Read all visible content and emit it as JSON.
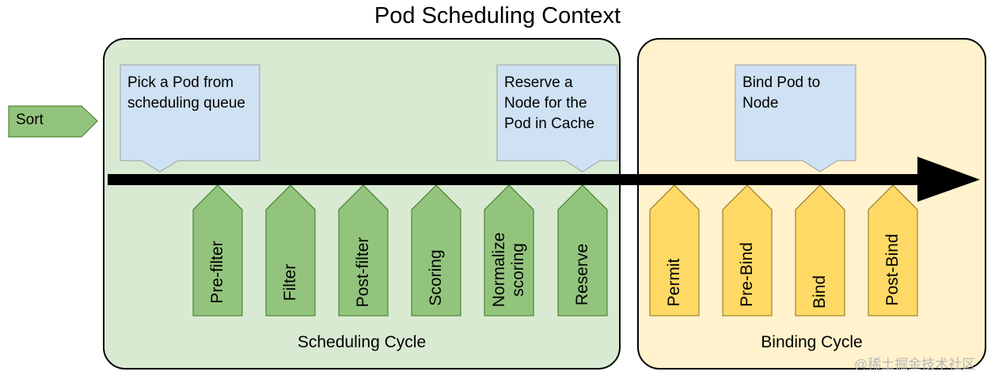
{
  "title": "Pod Scheduling Context",
  "sort": {
    "label": "Sort"
  },
  "scheduling_cycle": {
    "label": "Scheduling Cycle",
    "pick_callout": "Pick a Pod from scheduling queue",
    "reserve_callout": "Reserve a Node for the Pod in Cache",
    "steps": [
      "Pre-filter",
      "Filter",
      "Post-filter",
      "Scoring",
      "Normalize scoring",
      "Reserve"
    ]
  },
  "binding_cycle": {
    "label": "Binding Cycle",
    "bind_callout": "Bind Pod to Node",
    "steps": [
      "Permit",
      "Pre-Bind",
      "Bind",
      "Post-Bind"
    ]
  },
  "watermark": "@稀土掘金技术社区",
  "colors": {
    "scheduling_bg": "#d9ead3",
    "binding_bg": "#fff2cc",
    "callout_fill": "#cfe2f3",
    "green_step": "#93c47d",
    "yellow_step": "#ffd966",
    "arrow": "#000000"
  }
}
